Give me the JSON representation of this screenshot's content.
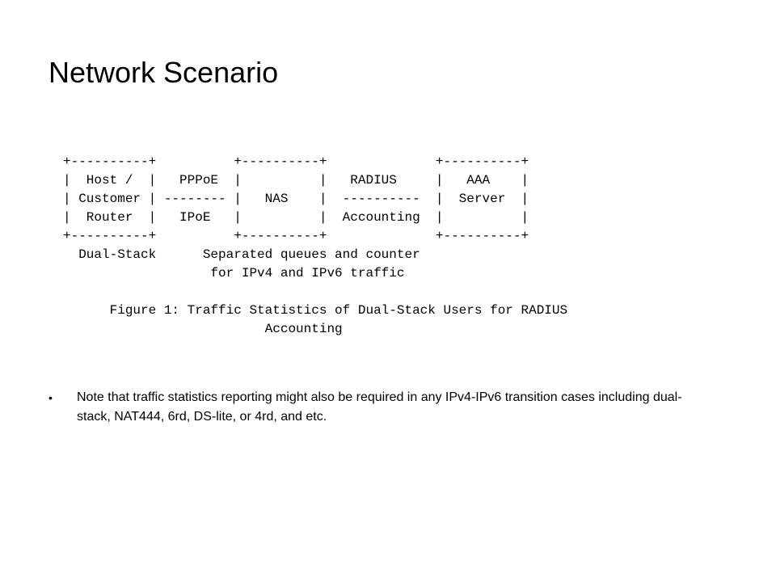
{
  "slide": {
    "title": "Network Scenario",
    "figure_lines": [
      "+----------+          +----------+              +----------+",
      "|  Host /  |   PPPoE  |          |   RADIUS     |   AAA    |",
      "| Customer | -------- |   NAS    |  ----------  |  Server  |",
      "|  Router  |   IPoE   |          |  Accounting  |          |",
      "+----------+          +----------+              +----------+",
      "  Dual-Stack      Separated queues and counter",
      "                   for IPv4 and IPv6 traffic",
      "",
      "      Figure 1: Traffic Statistics of Dual-Stack Users for RADIUS",
      "                          Accounting"
    ],
    "bullet_symbol": "•",
    "bullet_text": "Note that traffic statistics reporting might also be required in any IPv4-IPv6 transition cases including dual-stack, NAT444, 6rd, DS-lite, or 4rd, and etc."
  }
}
